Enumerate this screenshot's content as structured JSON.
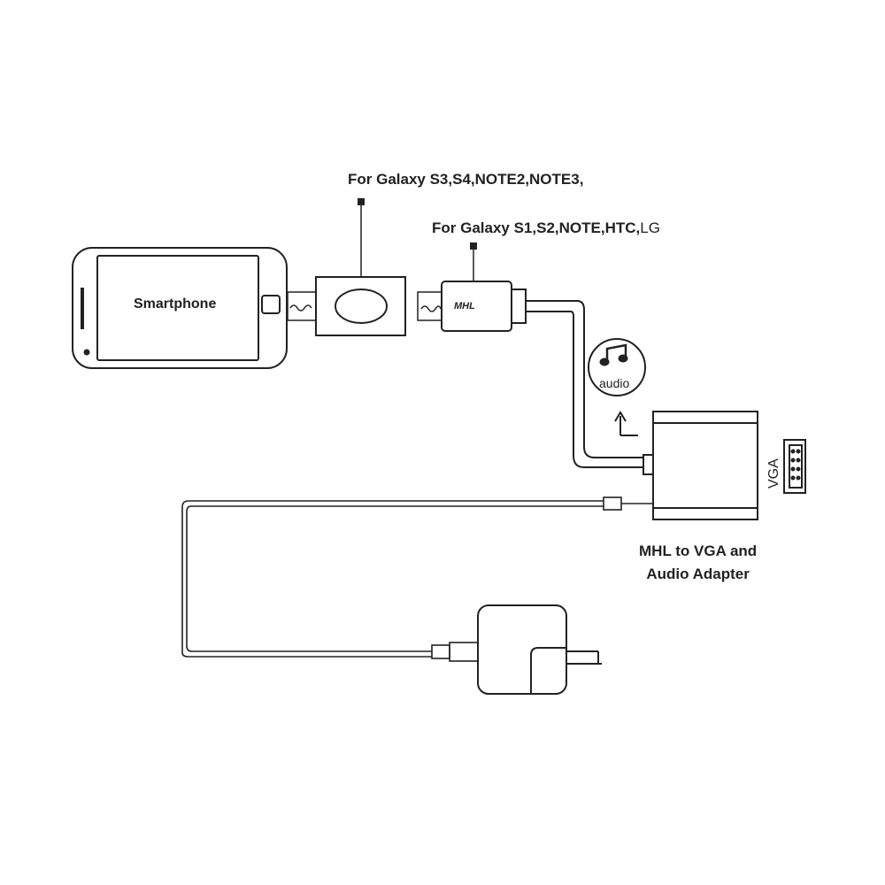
{
  "labels": {
    "galaxy_s3_line": "For Galaxy S3,S4,NOTE2,NOTE3,",
    "galaxy_s1_line_main": "For Galaxy S1,S2,NOTE,HTC,",
    "galaxy_s1_line_tail": "LG",
    "smartphone": "Smartphone",
    "mhl_plug": "MHL",
    "audio": "audio",
    "vga": "VGA",
    "adapter_line1": "MHL to VGA and",
    "adapter_line2": "Audio Adapter"
  },
  "icons": {
    "audio": "music-note-icon",
    "vga_port": "vga-port-icon",
    "power_adapter": "power-plug-icon"
  },
  "colors": {
    "ink": "#222222",
    "background": "#ffffff"
  }
}
